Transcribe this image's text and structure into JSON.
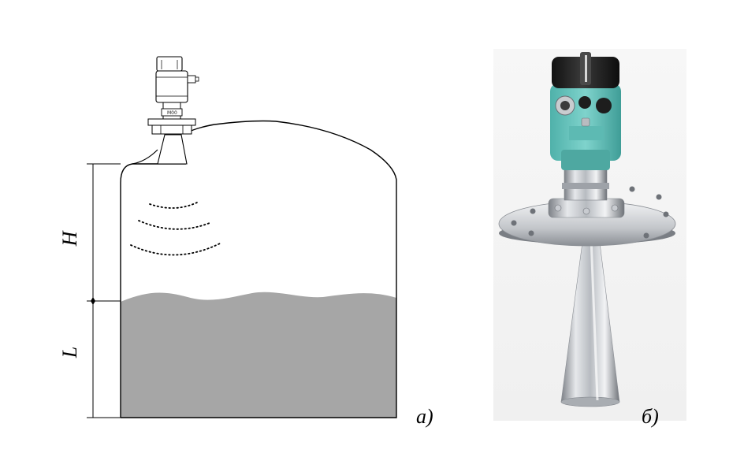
{
  "diagram_a": {
    "label_H": "H",
    "label_L": "L",
    "caption": "а)",
    "sensor_plate_text": "M00",
    "tank_fill_color": "#a6a6a6",
    "line_color": "#000000"
  },
  "photo_b": {
    "caption": "б)",
    "housing_color": "#6cc7c0",
    "cap_color": "#1c1c1c",
    "metal_color": "#c9ccd0"
  }
}
